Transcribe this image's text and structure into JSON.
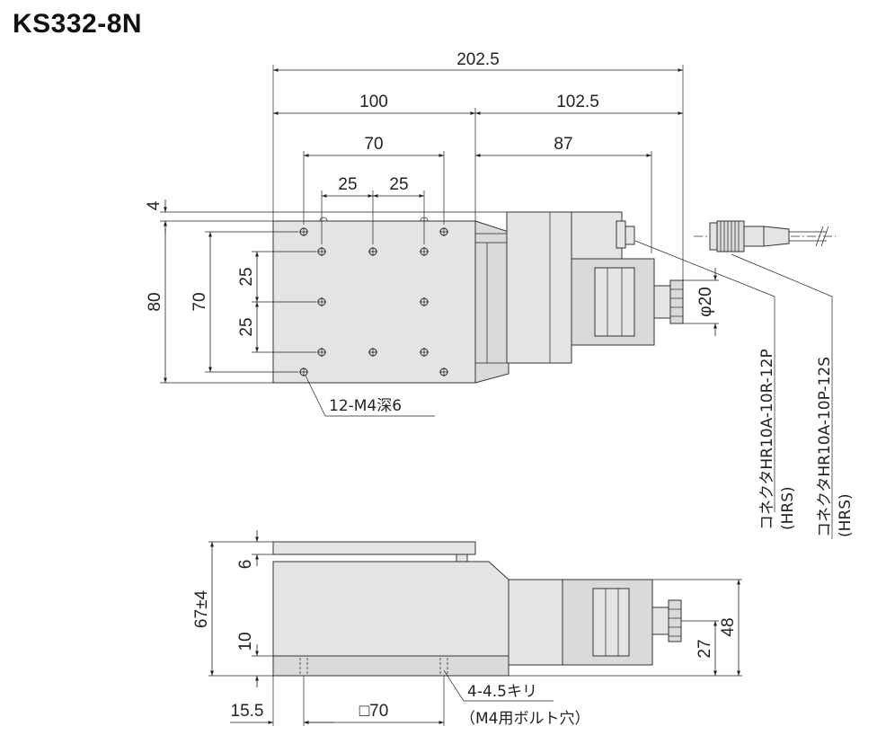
{
  "title": "KS332-8N",
  "dimensions": {
    "total_length": "202.5",
    "table_length": "100",
    "motor_length": "102.5",
    "hole_span": "70",
    "motor_offset": "87",
    "pitch_x1": "25",
    "pitch_x2": "25",
    "gap": "4",
    "width": "80",
    "hole_span_y": "70",
    "pitch_y1": "25",
    "pitch_y2": "25",
    "knob_diameter": "φ20",
    "top_plate": "6",
    "height": "67±4",
    "base": "10",
    "axis_height": "27",
    "motor_height": "48",
    "base_offset": "15.5",
    "base_hole_span": "□70"
  },
  "notes": {
    "tapped_holes": "12-M4深6",
    "mount_holes": "4-4.5キリ",
    "mount_bolt": "（M4用ボルト穴）",
    "connector_receptacle": "コネクタHR10A-10R-12P",
    "connector_receptacle_maker": "(HRS)",
    "connector_plug": "コネクタHR10A-10P-12S",
    "connector_plug_maker": "(HRS)"
  }
}
